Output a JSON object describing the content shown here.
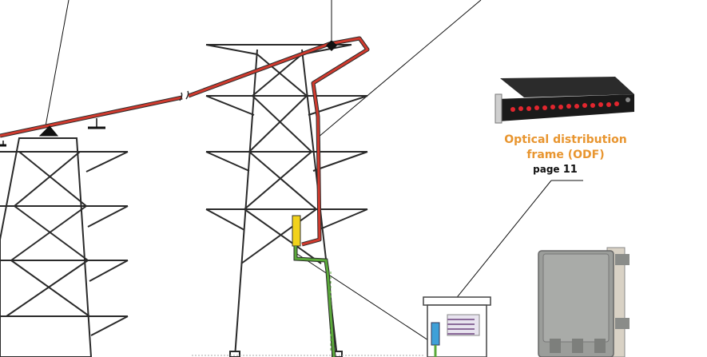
{
  "callout": {
    "label_line1": "Optical distribution",
    "label_line2": "frame (ODF)",
    "page_prefix": "page",
    "page_number": "11"
  },
  "colors": {
    "tower": "#2a2a2a",
    "opgw_cable": "#d03a2e",
    "fiber_conduit": "#5aa83a",
    "splice_box": "#f2d21b",
    "odf_port": "#e2262e",
    "caption": "#e8952f"
  },
  "icons": [
    "tower",
    "opgw-cable",
    "joint-box",
    "odf-rack",
    "cabinet",
    "enclosure"
  ]
}
